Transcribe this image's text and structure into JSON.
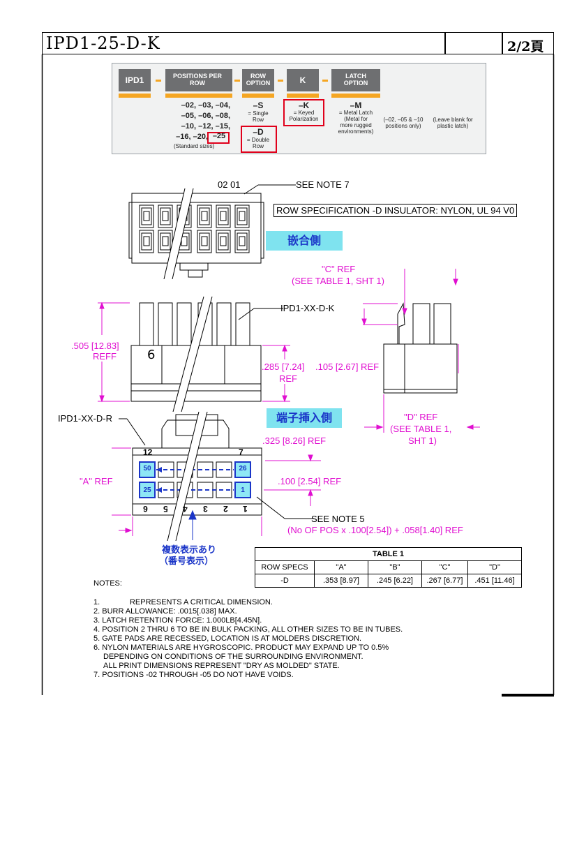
{
  "header": {
    "title": "IPD1-25-D-K",
    "page": "2/2頁"
  },
  "part_code": {
    "boxes": [
      "IPD1",
      "POSITIONS PER ROW",
      "ROW OPTION",
      "K",
      "LATCH OPTION"
    ],
    "positions_lines": [
      "–02, –03, –04,",
      "–05, –06, –08,",
      "–10, –12, –15,",
      "–16, –20,"
    ],
    "positions_selected": "–25",
    "positions_note": "(Standard sizes)",
    "row_s": "–S",
    "row_s_desc1": "= Single",
    "row_s_desc2": "Row",
    "row_d": "–D",
    "row_d_desc1": "= Double",
    "row_d_desc2": "Row",
    "k_code": "–K",
    "k_desc1": "= Keyed",
    "k_desc2": "Polarization",
    "m_code": "–M",
    "m_desc": [
      "= Metal Latch",
      "(Metal for",
      "more rugged",
      "environments)"
    ],
    "pos_only": [
      "(–02, –05 & –10",
      "positions only)"
    ],
    "leave_blank": [
      "(Leave blank for",
      "plastic latch)"
    ]
  },
  "top_view": {
    "pos_labels": "02  01",
    "see_note7": "SEE NOTE 7",
    "row_spec": "ROW SPECIFICATION -D INSULATOR: NYLON, UL 94 V0",
    "mating_side": "嵌合側"
  },
  "side_view": {
    "c_ref1": "\"C\" REF",
    "c_ref2": "(SEE TABLE 1, SHT 1)",
    "part_k": "IPD1-XX-D-K",
    "dim505": ".505 [12.83]",
    "reff": "REFF",
    "dim285": ".285 [7.24]",
    "ref_a": "REF",
    "dim105": ".105 [2.67] REF",
    "d_ref1": "\"D\" REF",
    "d_ref2": "(SEE TABLE 1,",
    "d_ref3": "SHT 1)",
    "digit6": "6"
  },
  "bottom_view": {
    "part_r": "IPD1-XX-D-R",
    "insert_side": "端子挿入側",
    "num12": "12",
    "num7": "7",
    "dim325": ".325 [8.26] REF",
    "a_ref": "\"A\" REF",
    "dim100": ".100 [2.54] REF",
    "pin50": "50",
    "pin26": "26",
    "pin25": "25",
    "pin1": "1",
    "bottom_nums": [
      "6",
      "5",
      "4",
      "3",
      "2",
      "1"
    ],
    "see_note5": "SEE NOTE 5",
    "formula": "(No OF POS x .100[2.54]) + .058[1.40] REF",
    "multi1": "複数表示あり",
    "multi2": "（番号表示）"
  },
  "table1": {
    "title": "TABLE 1",
    "headers": [
      "ROW SPECS",
      "\"A\"",
      "\"B\"",
      "\"C\"",
      "\"D\""
    ],
    "row": [
      "-D",
      ".353 [8.97]",
      ".245 [6.22]",
      ".267 [6.77]",
      ".451 [11.46]"
    ]
  },
  "notes": {
    "title": "NOTES:",
    "items": [
      "1.              REPRESENTS A CRITICAL DIMENSION.",
      "2. BURR ALLOWANCE: .0015[.038] MAX.",
      "3. LATCH RETENTION FORCE: 1.000LB[4.45N].",
      "4. POSITION 2 THRU 6 TO BE IN BULK PACKING, ALL OTHER SIZES TO BE IN TUBES.",
      "5. GATE PADS ARE RECESSED, LOCATION IS AT MOLDERS DISCRETION.",
      "6. NYLON MATERIALS ARE HYGROSCOPIC. PRODUCT MAY EXPAND UP TO 0.5%",
      "DEPENDING ON CONDITIONS OF THE SURROUNDING ENVIRONMENT.",
      "ALL PRINT DIMENSIONS REPRESENT \"DRY AS MOLDED\" STATE.",
      "7. POSITIONS -02 THROUGH -05 DO NOT HAVE VOIDS."
    ]
  }
}
